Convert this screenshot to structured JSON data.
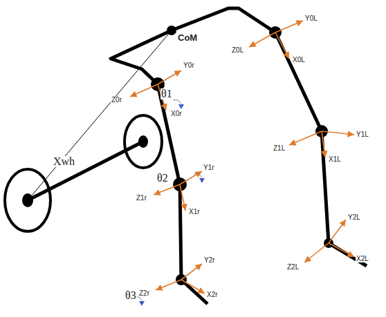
{
  "diagram": {
    "labels": [
      "CoM",
      "Y0r",
      "Z0r",
      "X0r",
      "θ1",
      "Y1r",
      "Z1r",
      "X1r",
      "θ2",
      "Y2r",
      "Z2r",
      "X2r",
      "θ3",
      "Y0L",
      "Z0L",
      "X0L",
      "Z1L",
      "Y1L",
      "X1L",
      "Y2L",
      "X2L",
      "Z2L",
      "Xwh"
    ]
  }
}
